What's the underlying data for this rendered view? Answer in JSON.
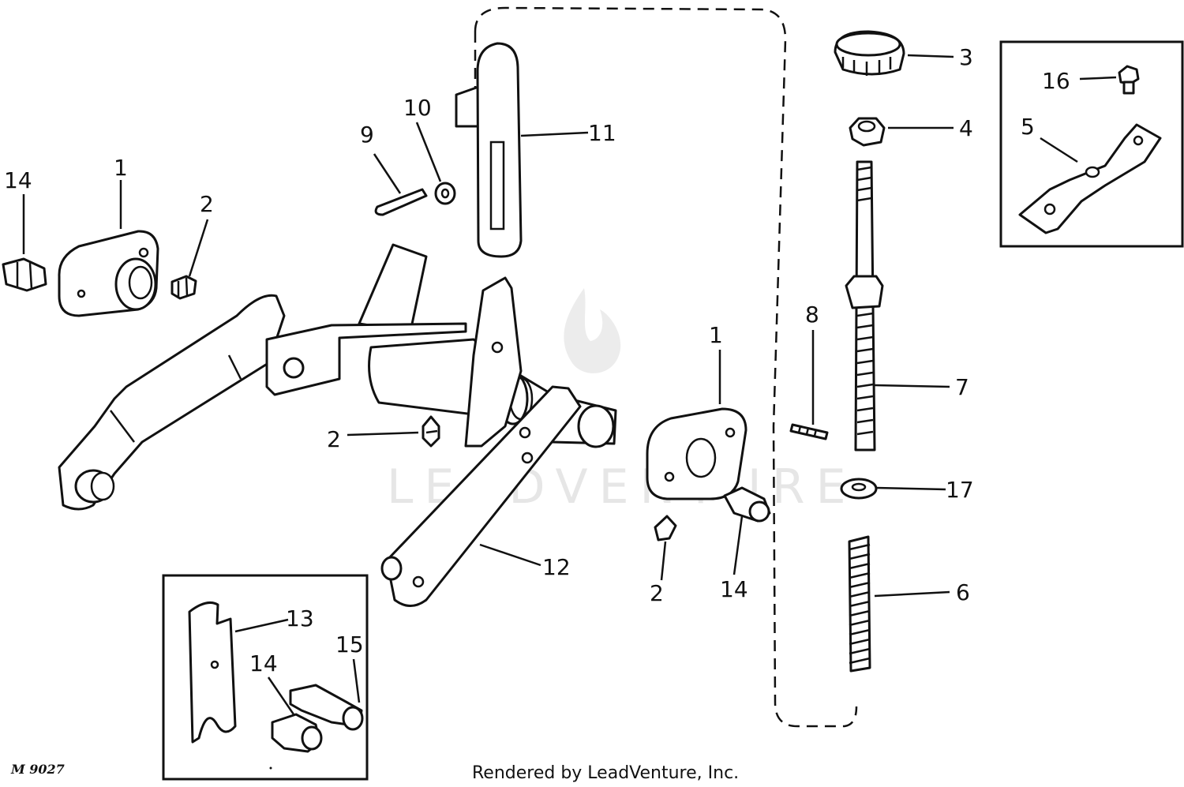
{
  "labels": {
    "p1a": "1",
    "p1b": "1",
    "p2a": "2",
    "p2b": "2",
    "p2c": "2",
    "p3": "3",
    "p4": "4",
    "p5": "5",
    "p6": "6",
    "p7": "7",
    "p8": "8",
    "p9": "9",
    "p10": "10",
    "p11": "11",
    "p12": "12",
    "p13": "13",
    "p14a": "14",
    "p14b": "14",
    "p14c": "14",
    "p15": "15",
    "p16": "16",
    "p17": "17"
  },
  "figure_id": "M 9027",
  "watermark": "LEADVENTURE",
  "credit": "Rendered by LeadVenture, Inc."
}
